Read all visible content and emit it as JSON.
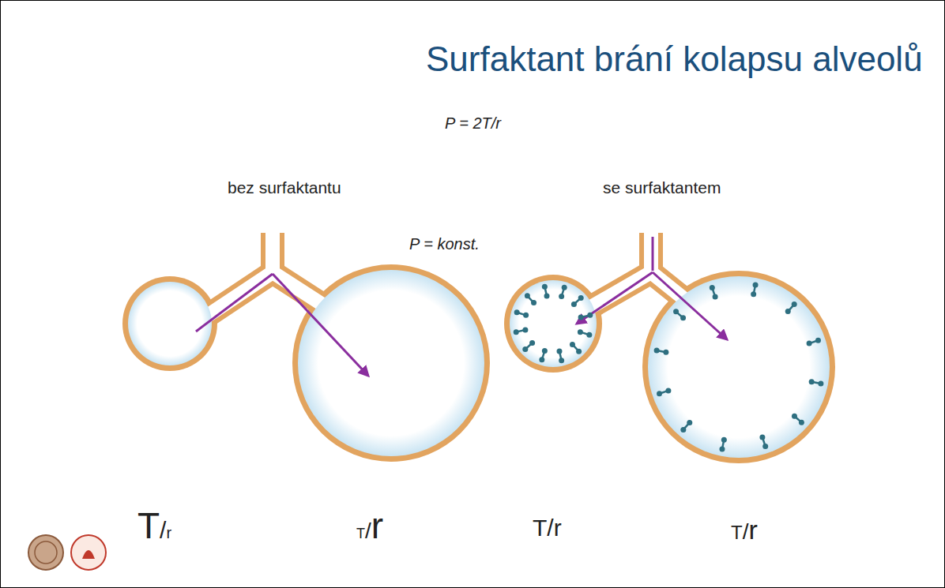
{
  "diagram": {
    "title": "Surfaktant brání kolapsu alveolů",
    "labels": [
      "P = 2T/r",
      "bez surfaktantu",
      "se surfaktantem",
      "P = konst.",
      "T/r",
      "T/r",
      "T/r",
      "T/r"
    ]
  }
}
